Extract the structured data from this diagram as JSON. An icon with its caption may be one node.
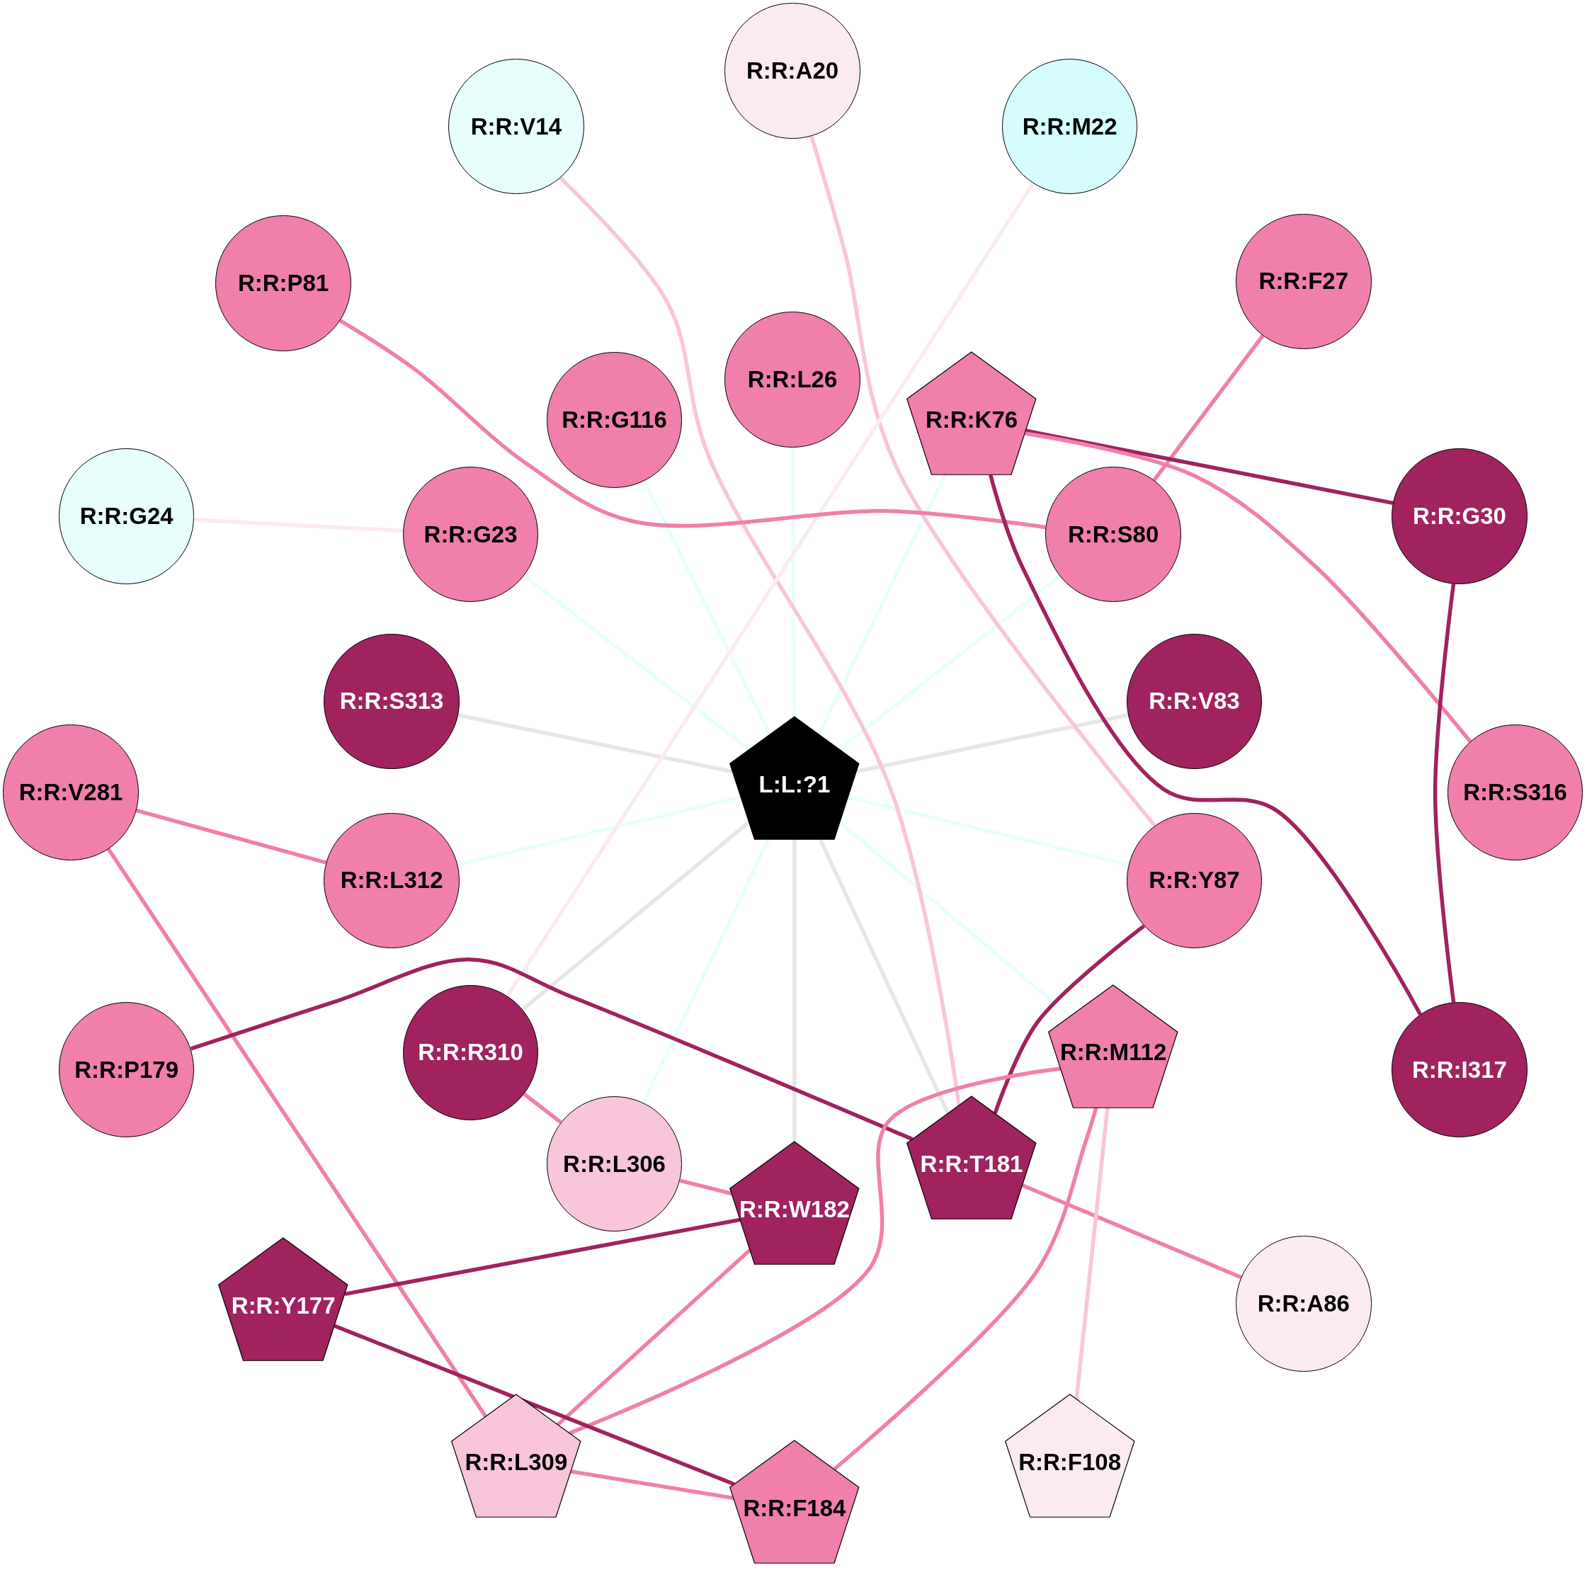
{
  "diagram": {
    "nodes": [
      {
        "text": [
          "L:L:?1"
        ]
      },
      {
        "text": [
          "R:R:A20"
        ]
      },
      {
        "text": [
          "R:R:V14"
        ]
      },
      {
        "text": [
          "R:R:M22"
        ]
      },
      {
        "text": [
          "R:R:P81"
        ]
      },
      {
        "text": [
          "R:R:F27"
        ]
      },
      {
        "text": [
          "R:R:L26"
        ]
      },
      {
        "text": [
          "R:R:G116"
        ]
      },
      {
        "text": [
          "R:R:K76"
        ]
      },
      {
        "text": [
          "R:R:G24"
        ]
      },
      {
        "text": [
          "R:R:G23"
        ]
      },
      {
        "text": [
          "R:R:S80"
        ]
      },
      {
        "text": [
          "R:R:G30"
        ]
      },
      {
        "text": [
          "R:R:S313"
        ]
      },
      {
        "text": [
          "R:R:V83"
        ]
      },
      {
        "text": [
          "R:R:V281"
        ]
      },
      {
        "text": [
          "R:R:S316"
        ]
      },
      {
        "text": [
          "R:R:L312"
        ]
      },
      {
        "text": [
          "R:R:Y87"
        ]
      },
      {
        "text": [
          "R:R:P179"
        ]
      },
      {
        "text": [
          "R:R:R310"
        ]
      },
      {
        "text": [
          "R:R:I317"
        ]
      },
      {
        "text": [
          "R:R:M112"
        ]
      },
      {
        "text": [
          "R:R:L306"
        ]
      },
      {
        "text": [
          "R:R:T181"
        ]
      },
      {
        "text": [
          "R:R:W182"
        ]
      },
      {
        "text": [
          "R:R:Y177"
        ]
      },
      {
        "text": [
          "R:R:A86"
        ]
      },
      {
        "text": [
          "R:R:L309"
        ]
      },
      {
        "text": [
          "R:R:F108"
        ]
      },
      {
        "text": [
          "R:R:F184"
        ]
      }
    ],
    "edges": [
      {
        "from": 0,
        "to": 6,
        "arrow": "none",
        "color": "#e8fefd"
      },
      {
        "from": 0,
        "to": 7,
        "arrow": "none",
        "color": "#e8fefd"
      },
      {
        "from": 0,
        "to": 8,
        "arrow": "none",
        "color": "#e8fefd"
      },
      {
        "from": 0,
        "to": 10,
        "arrow": "none",
        "color": "#e8fefd"
      },
      {
        "from": 0,
        "to": 11,
        "arrow": "none",
        "color": "#e8fefd"
      },
      {
        "from": 0,
        "to": 13,
        "arrow": "none",
        "color": "#e6e6e6"
      },
      {
        "from": 0,
        "to": 14,
        "arrow": "none",
        "color": "#e6e6e6"
      },
      {
        "from": 0,
        "to": 17,
        "arrow": "none",
        "color": "#e8fefd"
      },
      {
        "from": 0,
        "to": 18,
        "arrow": "none",
        "color": "#e8fefd"
      },
      {
        "from": 0,
        "to": 20,
        "arrow": "none",
        "color": "#e6e6e6"
      },
      {
        "from": 0,
        "to": 22,
        "arrow": "none",
        "color": "#e8fefd"
      },
      {
        "from": 0,
        "to": 23,
        "arrow": "none",
        "color": "#e8fefd"
      },
      {
        "from": 0,
        "to": 24,
        "arrow": "none",
        "color": "#e6e6e6"
      },
      {
        "from": 0,
        "to": 25,
        "arrow": "none",
        "color": "#e6e6e6"
      },
      {
        "from": 1,
        "to": 18,
        "arrow": "none",
        "color": "#f8c5da"
      },
      {
        "from": 2,
        "to": 24,
        "arrow": "none",
        "color": "#f8c5da"
      },
      {
        "from": 3,
        "to": 20,
        "arrow": "none",
        "color": "#fbeaf2"
      },
      {
        "from": 4,
        "to": 11,
        "arrow": "none",
        "color": "#f07fab"
      },
      {
        "from": 5,
        "to": 11,
        "arrow": "none",
        "color": "#f07fab"
      },
      {
        "from": 8,
        "to": 12,
        "arrow": "none",
        "color": "#a0225f"
      },
      {
        "from": 8,
        "to": 16,
        "arrow": "none",
        "color": "#f07fab"
      },
      {
        "from": 8,
        "to": 21,
        "arrow": "none",
        "color": "#a0225f"
      },
      {
        "from": 12,
        "to": 21,
        "arrow": "none",
        "color": "#a0225f"
      },
      {
        "from": 9,
        "to": 10,
        "arrow": "none",
        "color": "#fbeaf2"
      },
      {
        "from": 15,
        "to": 17,
        "arrow": "none",
        "color": "#f07fab"
      },
      {
        "from": 15,
        "to": 28,
        "arrow": "none",
        "color": "#f07fab"
      },
      {
        "from": 18,
        "to": 24,
        "arrow": "none",
        "color": "#a0225f"
      },
      {
        "from": 19,
        "to": 24,
        "arrow": "none",
        "color": "#a0225f"
      },
      {
        "from": 20,
        "to": 23,
        "arrow": "none",
        "color": "#f07fab"
      },
      {
        "from": 23,
        "to": 25,
        "arrow": "none",
        "color": "#f07fab"
      },
      {
        "from": 24,
        "to": 27,
        "arrow": "none",
        "color": "#f07fab"
      },
      {
        "from": 22,
        "to": 28,
        "arrow": "none",
        "color": "#f07fab"
      },
      {
        "from": 22,
        "to": 30,
        "arrow": "none",
        "color": "#f07fab"
      },
      {
        "from": 22,
        "to": 29,
        "arrow": "none",
        "color": "#f8c5da"
      },
      {
        "from": 25,
        "to": 26,
        "arrow": "none",
        "color": "#a0225f"
      },
      {
        "from": 25,
        "to": 28,
        "arrow": "none",
        "color": "#f07fab"
      },
      {
        "from": 26,
        "to": 30,
        "arrow": "none",
        "color": "#a0225f"
      },
      {
        "from": 28,
        "to": 30,
        "arrow": "none",
        "color": "#f07fab"
      }
    ]
  }
}
